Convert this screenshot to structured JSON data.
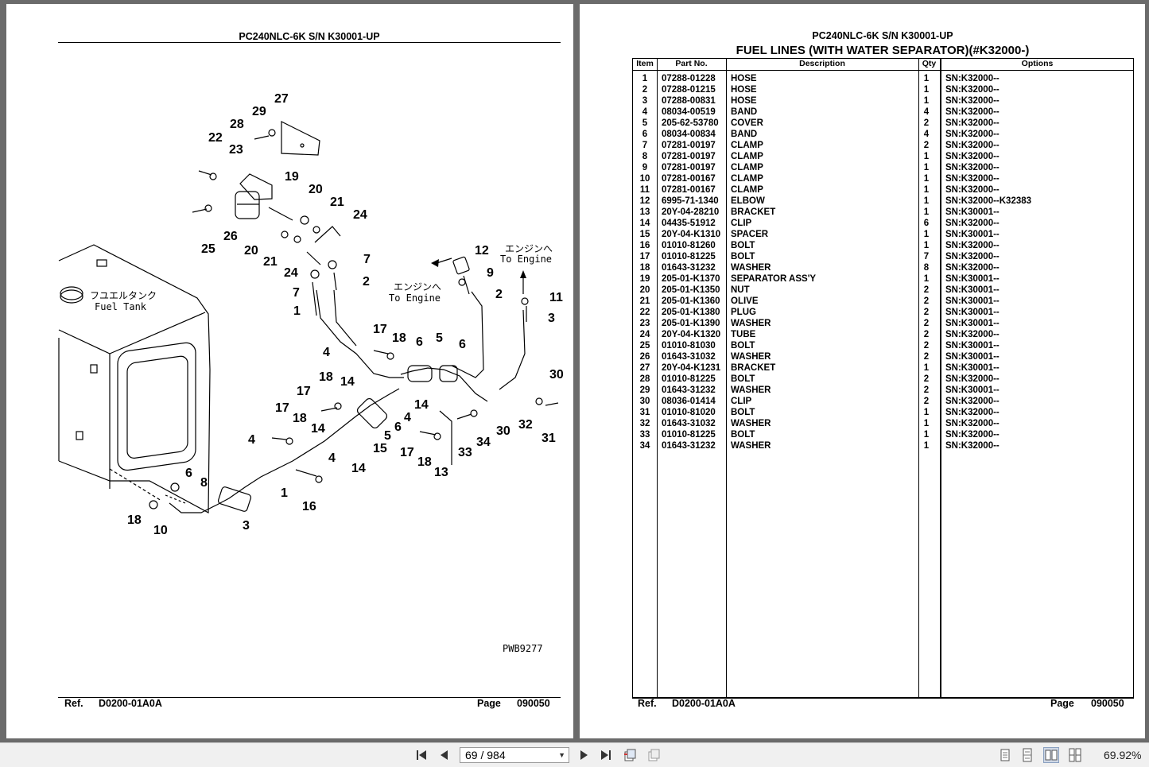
{
  "document": {
    "header": "PC240NLC-6K S/N K30001-UP",
    "title": "FUEL LINES (WITH WATER SEPARATOR)(#K32000-)",
    "footer_ref_label": "Ref.",
    "footer_ref": "D0200-01A0A",
    "footer_page_label": "Page",
    "footer_page": "090050",
    "drawing_code": "PWB9277",
    "labels": {
      "fuel_tank_jp": "フユエルタンク",
      "fuel_tank_en": "Fuel Tank",
      "engine_jp": "エンジンへ",
      "engine_en": "To Engine"
    },
    "callouts": [
      "27",
      "29",
      "28",
      "22",
      "23",
      "19",
      "20",
      "21",
      "24",
      "25",
      "26",
      "20",
      "21",
      "24",
      "7",
      "2",
      "7",
      "1",
      "12",
      "9",
      "2",
      "11",
      "3",
      "4",
      "17",
      "18",
      "6",
      "5",
      "6",
      "18",
      "14",
      "17",
      "14",
      "4",
      "30",
      "17",
      "18",
      "14",
      "6",
      "5",
      "4",
      "32",
      "34",
      "30",
      "31",
      "33",
      "17",
      "18",
      "13",
      "4",
      "14",
      "15",
      "6",
      "8",
      "1",
      "16",
      "18",
      "10",
      "3",
      "14"
    ]
  },
  "table": {
    "headers": [
      "Item",
      "Part No.",
      "Description",
      "Qty",
      "Options"
    ],
    "rows": [
      [
        "1",
        "07288-01228",
        "HOSE",
        "1",
        "SN:K32000--"
      ],
      [
        "2",
        "07288-01215",
        "HOSE",
        "1",
        "SN:K32000--"
      ],
      [
        "3",
        "07288-00831",
        "HOSE",
        "1",
        "SN:K32000--"
      ],
      [
        "4",
        "08034-00519",
        "BAND",
        "4",
        "SN:K32000--"
      ],
      [
        "5",
        "205-62-53780",
        "COVER",
        "2",
        "SN:K32000--"
      ],
      [
        "6",
        "08034-00834",
        "BAND",
        "4",
        "SN:K32000--"
      ],
      [
        "7",
        "07281-00197",
        "CLAMP",
        "2",
        "SN:K32000--"
      ],
      [
        "8",
        "07281-00197",
        "CLAMP",
        "1",
        "SN:K32000--"
      ],
      [
        "9",
        "07281-00197",
        "CLAMP",
        "1",
        "SN:K32000--"
      ],
      [
        "10",
        "07281-00167",
        "CLAMP",
        "1",
        "SN:K32000--"
      ],
      [
        "11",
        "07281-00167",
        "CLAMP",
        "1",
        "SN:K32000--"
      ],
      [
        "12",
        "6995-71-1340",
        "ELBOW",
        "1",
        "SN:K32000--K32383"
      ],
      [
        "13",
        "20Y-04-28210",
        "BRACKET",
        "1",
        "SN:K30001--"
      ],
      [
        "14",
        "04435-51912",
        "CLIP",
        "6",
        "SN:K32000--"
      ],
      [
        "15",
        "20Y-04-K1310",
        "SPACER",
        "1",
        "SN:K30001--"
      ],
      [
        "16",
        "01010-81260",
        "BOLT",
        "1",
        "SN:K32000--"
      ],
      [
        "17",
        "01010-81225",
        "BOLT",
        "7",
        "SN:K32000--"
      ],
      [
        "18",
        "01643-31232",
        "WASHER",
        "8",
        "SN:K32000--"
      ],
      [
        "19",
        "205-01-K1370",
        "SEPARATOR ASS'Y",
        "1",
        "SN:K30001--"
      ],
      [
        "20",
        "205-01-K1350",
        "NUT",
        "2",
        "SN:K30001--"
      ],
      [
        "21",
        "205-01-K1360",
        "OLIVE",
        "2",
        "SN:K30001--"
      ],
      [
        "22",
        "205-01-K1380",
        "PLUG",
        "2",
        "SN:K30001--"
      ],
      [
        "23",
        "205-01-K1390",
        "WASHER",
        "2",
        "SN:K30001--"
      ],
      [
        "24",
        "20Y-04-K1320",
        "TUBE",
        "2",
        "SN:K32000--"
      ],
      [
        "25",
        "01010-81030",
        "BOLT",
        "2",
        "SN:K30001--"
      ],
      [
        "26",
        "01643-31032",
        "WASHER",
        "2",
        "SN:K30001--"
      ],
      [
        "27",
        "20Y-04-K1231",
        "BRACKET",
        "1",
        "SN:K30001--"
      ],
      [
        "28",
        "01010-81225",
        "BOLT",
        "2",
        "SN:K32000--"
      ],
      [
        "29",
        "01643-31232",
        "WASHER",
        "2",
        "SN:K30001--"
      ],
      [
        "30",
        "08036-01414",
        "CLIP",
        "2",
        "SN:K32000--"
      ],
      [
        "31",
        "01010-81020",
        "BOLT",
        "1",
        "SN:K32000--"
      ],
      [
        "32",
        "01643-31032",
        "WASHER",
        "1",
        "SN:K32000--"
      ],
      [
        "33",
        "01010-81225",
        "BOLT",
        "1",
        "SN:K32000--"
      ],
      [
        "34",
        "01643-31232",
        "WASHER",
        "1",
        "SN:K32000--"
      ]
    ]
  },
  "viewer": {
    "page_indicator": "69 / 984",
    "zoom": "69.92%",
    "icons": [
      "first-page-icon",
      "previous-page-icon",
      "next-page-icon",
      "last-page-icon",
      "rotate-icon",
      "export-icon",
      "single-page-icon",
      "continuous-icon",
      "two-page-icon",
      "two-page-continuous-icon"
    ]
  }
}
